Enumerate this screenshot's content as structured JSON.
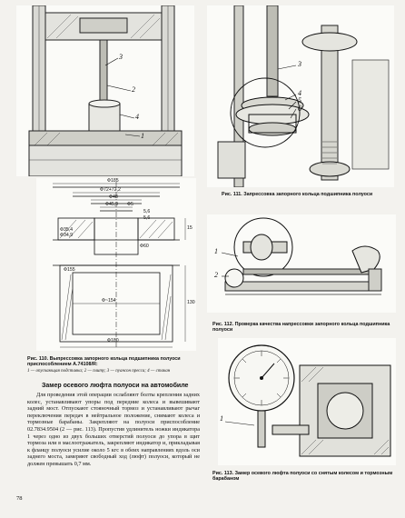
{
  "figure_110": {
    "callouts": [
      "1",
      "2",
      "3",
      "4"
    ],
    "dimensions": [
      "Ф185",
      "Ф72+72,2",
      "Ф48",
      "Ф45,9",
      "Ф5",
      "5,6",
      "5,6",
      "Ф35,4",
      "Ф34,9",
      "15",
      "Ф60",
      "Ф155",
      "Ф180",
      "Ф~154",
      "130"
    ],
    "caption": "Рис. 110. Выпрессовка запорного кольца подшипника полуоси приспособлением А.74108/R:",
    "legend": "1 — опускающая подставка; 2 — плиту; 3 — пуансон пресса; 4 — стакан"
  },
  "figure_111": {
    "callouts": [
      "3",
      "4",
      "5",
      "6"
    ],
    "caption": "Рис. 111. Запрессовка запорного кольца подшипника полуоси"
  },
  "figure_112": {
    "callouts": [
      "1",
      "2"
    ],
    "caption": "Рис. 112. Проверка качества напрессовки запорного кольца подшипника полуоси"
  },
  "figure_113": {
    "callouts": [
      "1"
    ],
    "caption": "Рис. 113. Замер осевого люфта полуоси со снятым колесом и тормозным барабаном"
  },
  "section": {
    "heading": "Замер осевого люфта полуоси на автомобиле",
    "body": "Для проведения этой операции ослабляют болты крепления задних колес, устанавливают упоры под передние колеса и вывешивают задний мост. Отпускают стояночный тормоз и устанавливают рычаг переключения передач в нейтральное положение, снимают колеса и тормозные барабаны. Закрепляют на полуоси приспособление 02.7834.9504 (2 — рис. 113). Пропустив удлинитель ножки индикатора 1 через одно из двух больших отверстий полуоси до упора в щит тормоза или в маслоотражатель, закрепляют индикатор и, прикладывая к фланцу полуоси усилие около 5 кгс в обеих направлениях вдоль оси заднего моста, замеряют свободный ход (люфт) полуоси, который не должен превышать 0,7 мм."
  },
  "page_number": "78"
}
